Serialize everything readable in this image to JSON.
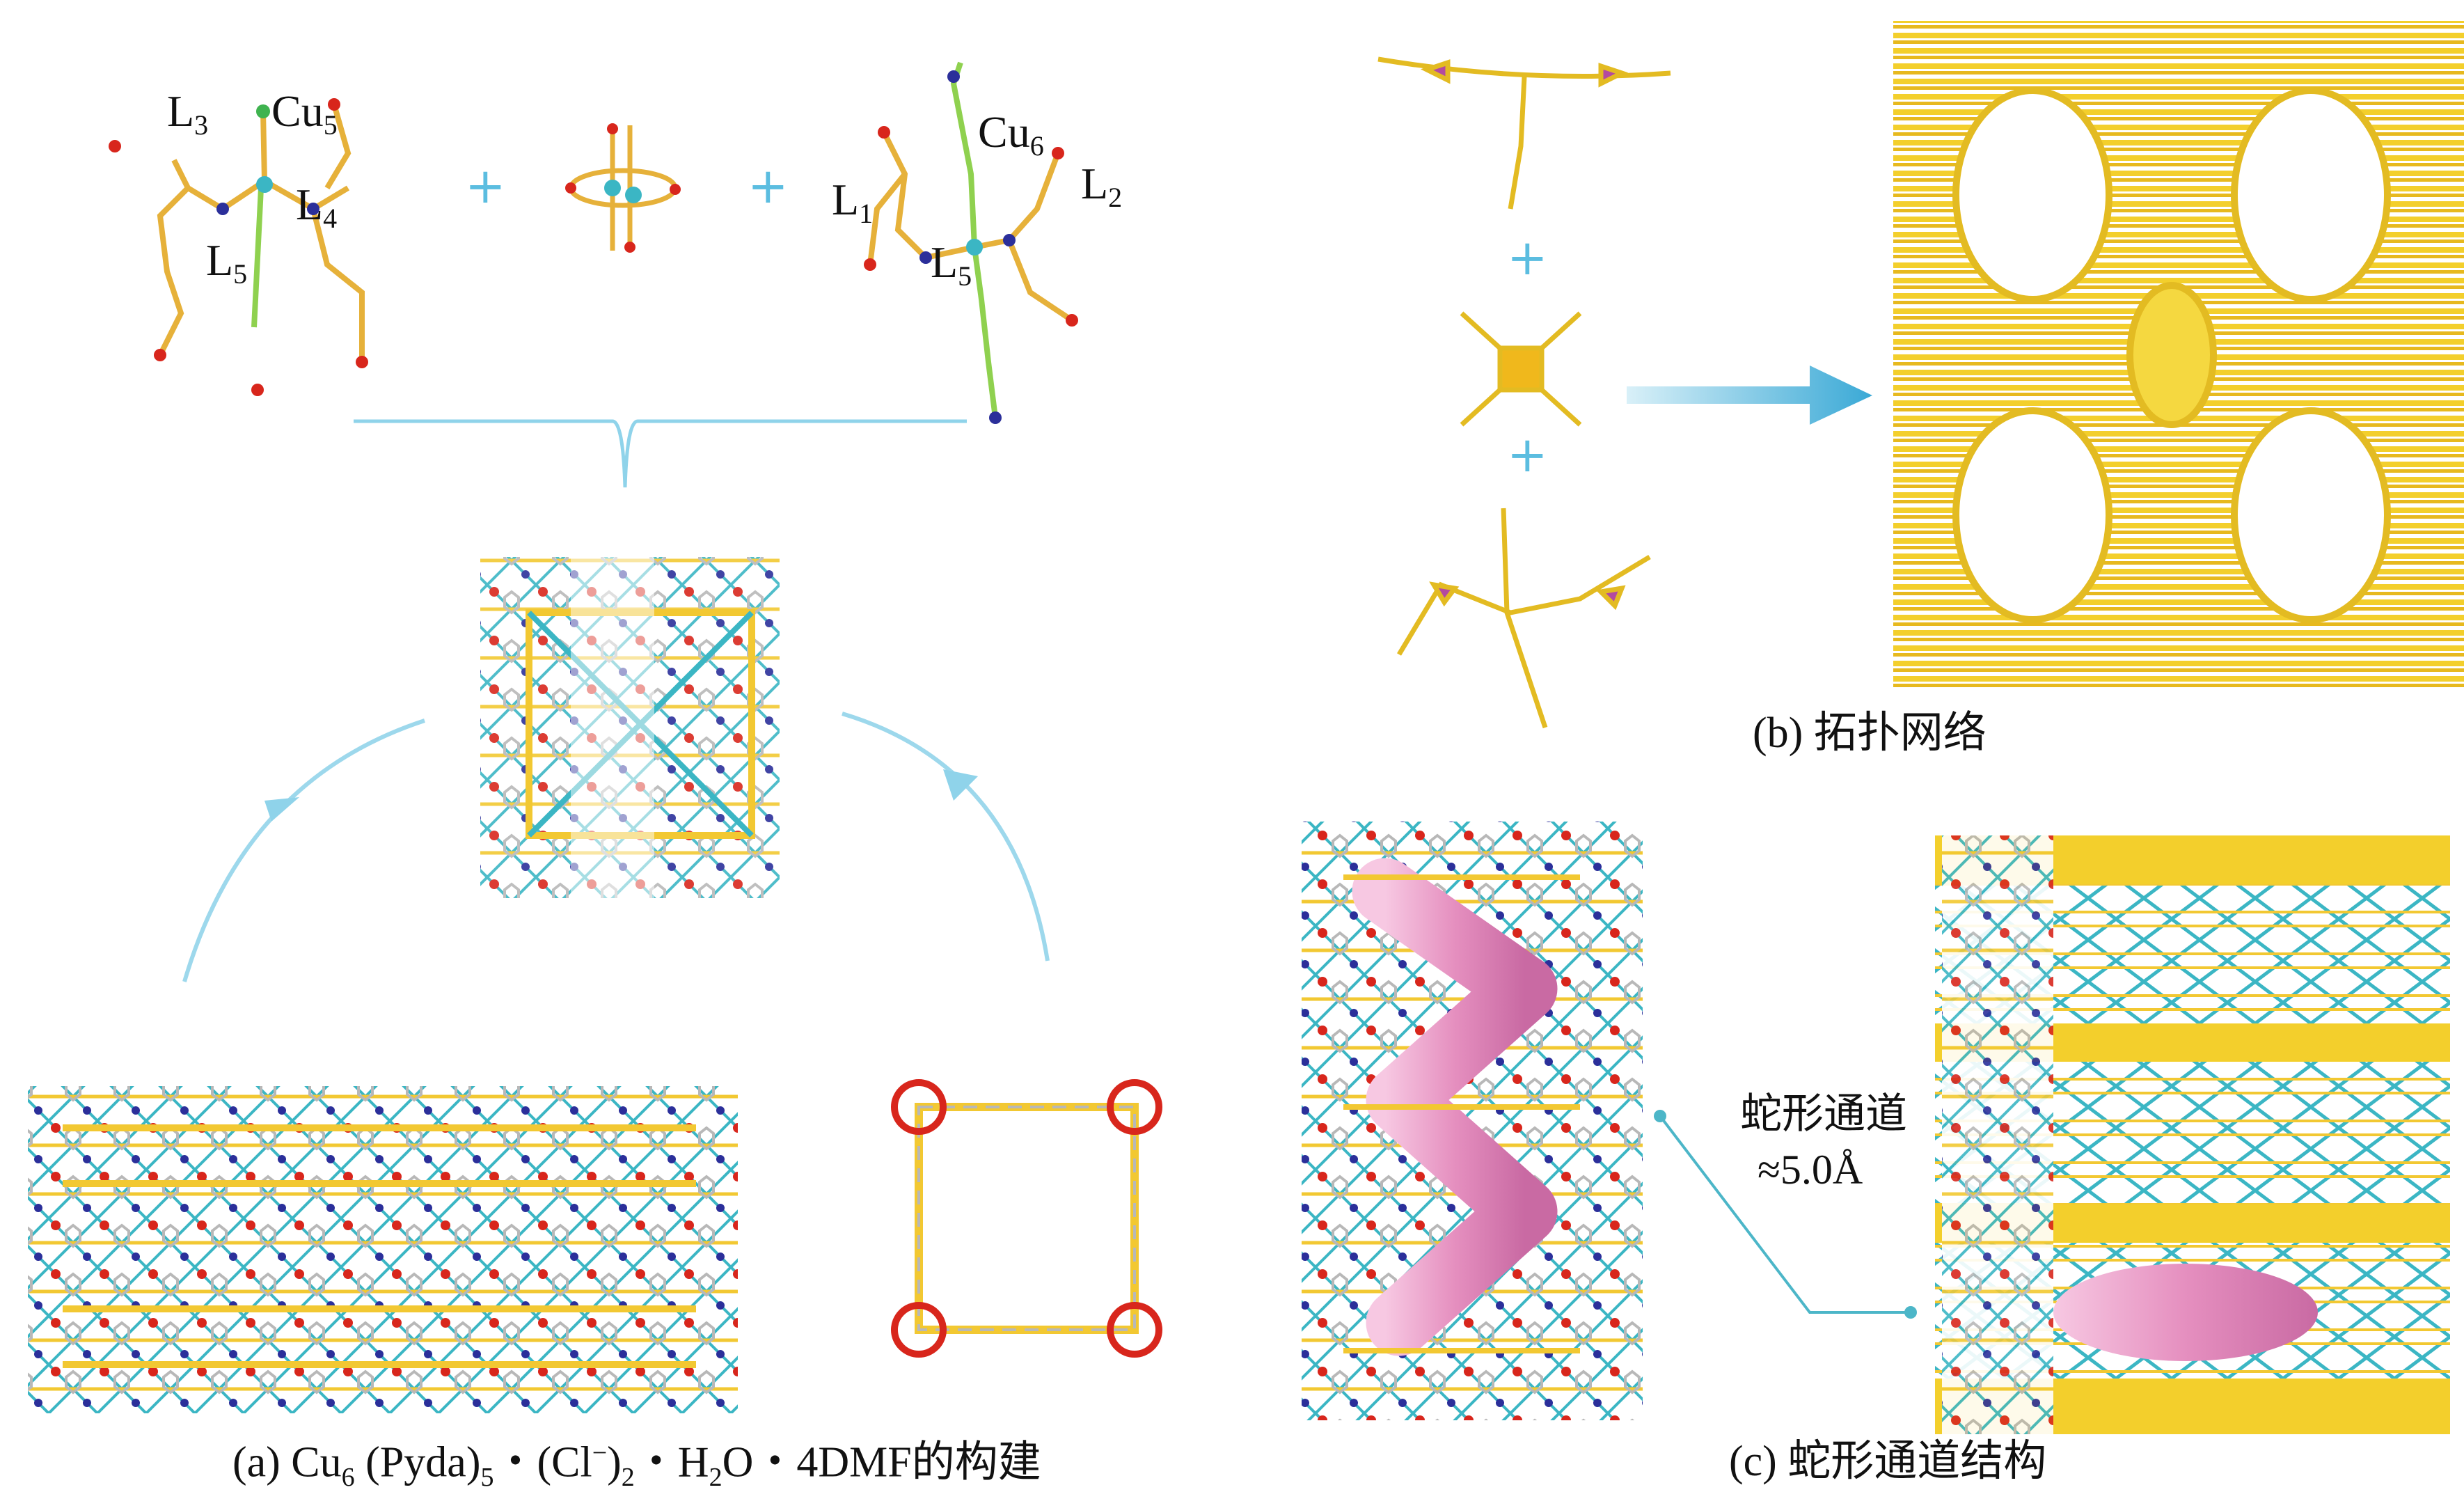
{
  "panel_a": {
    "labels": {
      "L3": "L",
      "L3_sub": "3",
      "Cu5": "Cu",
      "Cu5_sub": "5",
      "L4": "L",
      "L4_sub": "4",
      "L5a": "L",
      "L5a_sub": "5",
      "Cu6": "Cu",
      "Cu6_sub": "6",
      "L1": "L",
      "L1_sub": "1",
      "L2": "L",
      "L2_sub": "2",
      "L5b": "L",
      "L5b_sub": "5"
    },
    "plus": "+",
    "caption": {
      "prefix": "(a) Cu",
      "sub1": "6",
      "mid1": " (Pyda)",
      "sub2": "5",
      "mid2": "・(Cl",
      "sup": "−",
      "mid3": ")",
      "sub3": "2",
      "mid4": "・H",
      "sub4": "2",
      "suffix": "O・4DMF的构建"
    }
  },
  "panel_b": {
    "plus": "+",
    "caption": "(b) 拓扑网络"
  },
  "panel_c": {
    "annotation_line1": "蛇形通道",
    "annotation_line2": "≈5.0Å",
    "caption": "(c) 蛇形通道结构"
  },
  "colors": {
    "bond_yellow": "#f2c832",
    "copper_teal": "#3bb6c4",
    "oxygen_red": "#d8261c",
    "nitrogen_blue": "#2b2f9a",
    "carbon_grey": "#b8b8b8",
    "channel_pink": "#eaa2cc",
    "arrow_blue": "#6cc3e3"
  }
}
